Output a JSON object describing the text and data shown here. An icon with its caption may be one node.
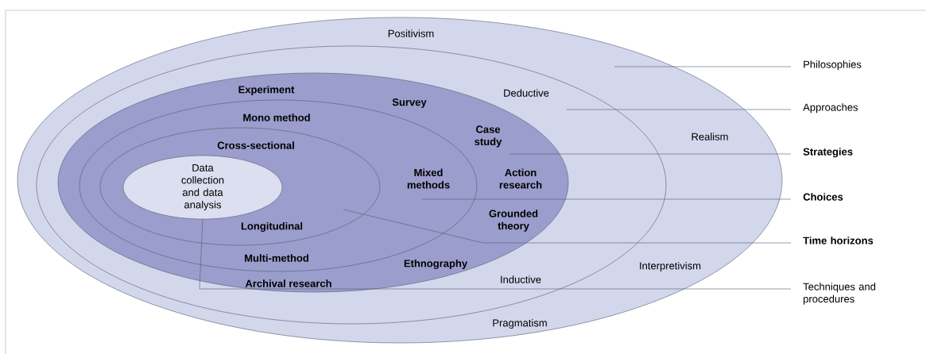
{
  "diagram": {
    "nodes": [
      {
        "text": [
          "Positivism",
          "Realism",
          "Interpretivism",
          "Pragmatism"
        ]
      },
      {
        "text": [
          "Deductive",
          "Inductive"
        ],
        "in": 0
      },
      {
        "text": [
          "Experiment",
          "Survey",
          "Case study",
          "Action research",
          "Grounded theory",
          "Ethnography",
          "Archival research"
        ],
        "in": 1
      },
      {
        "text": [
          "Mono method",
          "Mixed methods",
          "Multi-method"
        ],
        "in": 2
      },
      {
        "text": [
          "Cross-sectional",
          "Longitudinal"
        ],
        "in": 3
      },
      {
        "text": [
          "Data collection and data analysis"
        ],
        "in": 4
      },
      {
        "text": [
          "Philosophies"
        ]
      },
      {
        "text": [
          "Approaches"
        ]
      },
      {
        "text": [
          "Strategies"
        ]
      },
      {
        "text": [
          "Choices"
        ]
      },
      {
        "text": [
          "Time horizons"
        ]
      },
      {
        "text": [
          "Techniques and procedures"
        ]
      }
    ],
    "edges": [
      {
        "from": 6,
        "to": 0,
        "arrow": "none"
      },
      {
        "from": 7,
        "to": 1,
        "arrow": "none"
      },
      {
        "from": 8,
        "to": 2,
        "arrow": "none"
      },
      {
        "from": 9,
        "to": 3,
        "arrow": "none"
      },
      {
        "from": 10,
        "to": 4,
        "arrow": "none"
      },
      {
        "from": 11,
        "to": 5,
        "arrow": "none"
      }
    ]
  }
}
